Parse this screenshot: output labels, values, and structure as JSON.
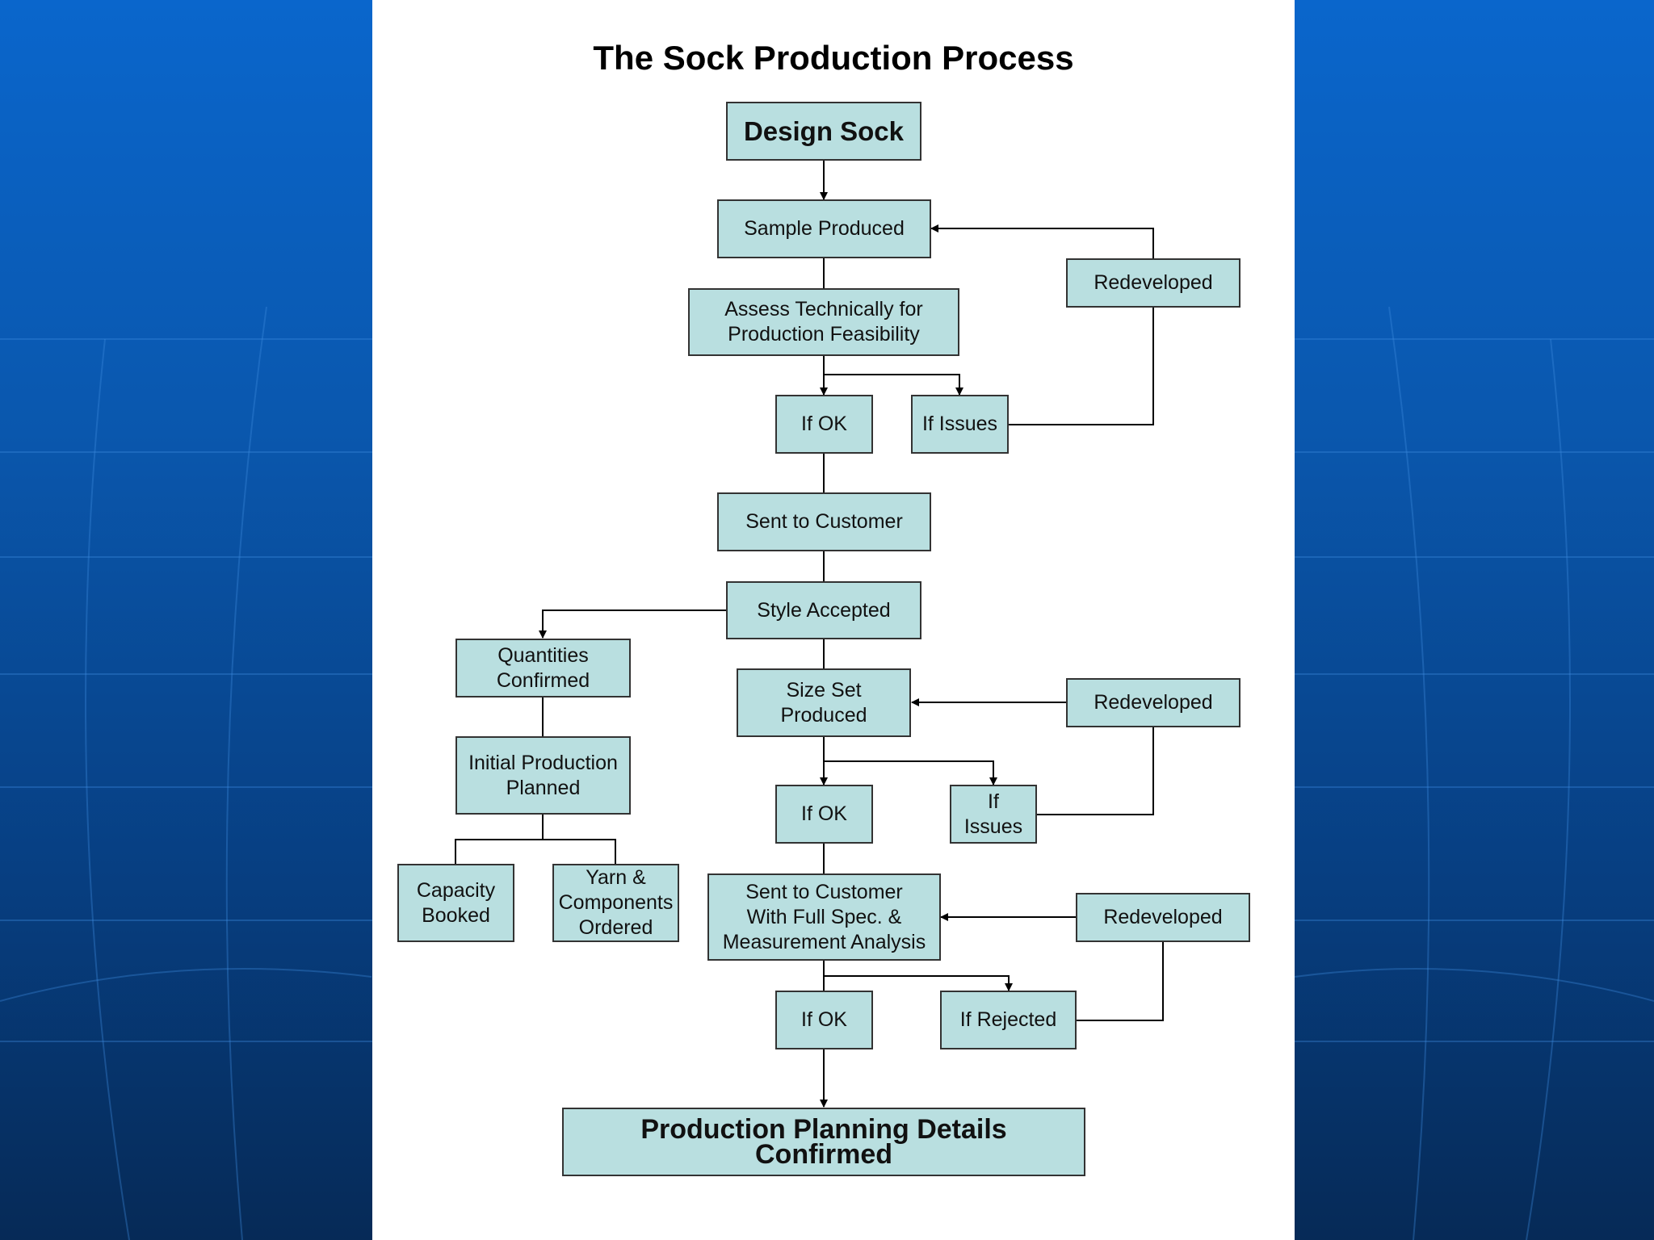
{
  "title": "The Sock Production Process",
  "colors": {
    "background_top": "#0a66cc",
    "background_bottom": "#062a57",
    "sheet": "#ffffff",
    "node_fill": "#b9dfe0",
    "node_border": "#333333",
    "connector": "#000000"
  },
  "nodes": {
    "design_sock": "Design Sock",
    "sample_produced": "Sample Produced",
    "redeveloped_1": "Redeveloped",
    "assess": "Assess Technically for\nProduction Feasibility",
    "if_ok_1": "If OK",
    "if_issues_1": "If Issues",
    "sent_to_customer": "Sent to Customer",
    "style_accepted": "Style Accepted",
    "quantities_confirmed": "Quantities\nConfirmed",
    "size_set_produced": "Size Set\nProduced",
    "redeveloped_2": "Redeveloped",
    "initial_production_planned": "Initial Production\nPlanned",
    "if_ok_2": "If OK",
    "if_issues_2": "If Issues",
    "capacity_booked": "Capacity\nBooked",
    "yarn_components": "Yarn &\nComponents\nOrdered",
    "sent_full_spec": "Sent to Customer\nWith Full Spec. &\nMeasurement Analysis",
    "redeveloped_3": "Redeveloped",
    "if_ok_3": "If OK",
    "if_rejected": "If Rejected",
    "final": "Production Planning Details Confirmed"
  }
}
